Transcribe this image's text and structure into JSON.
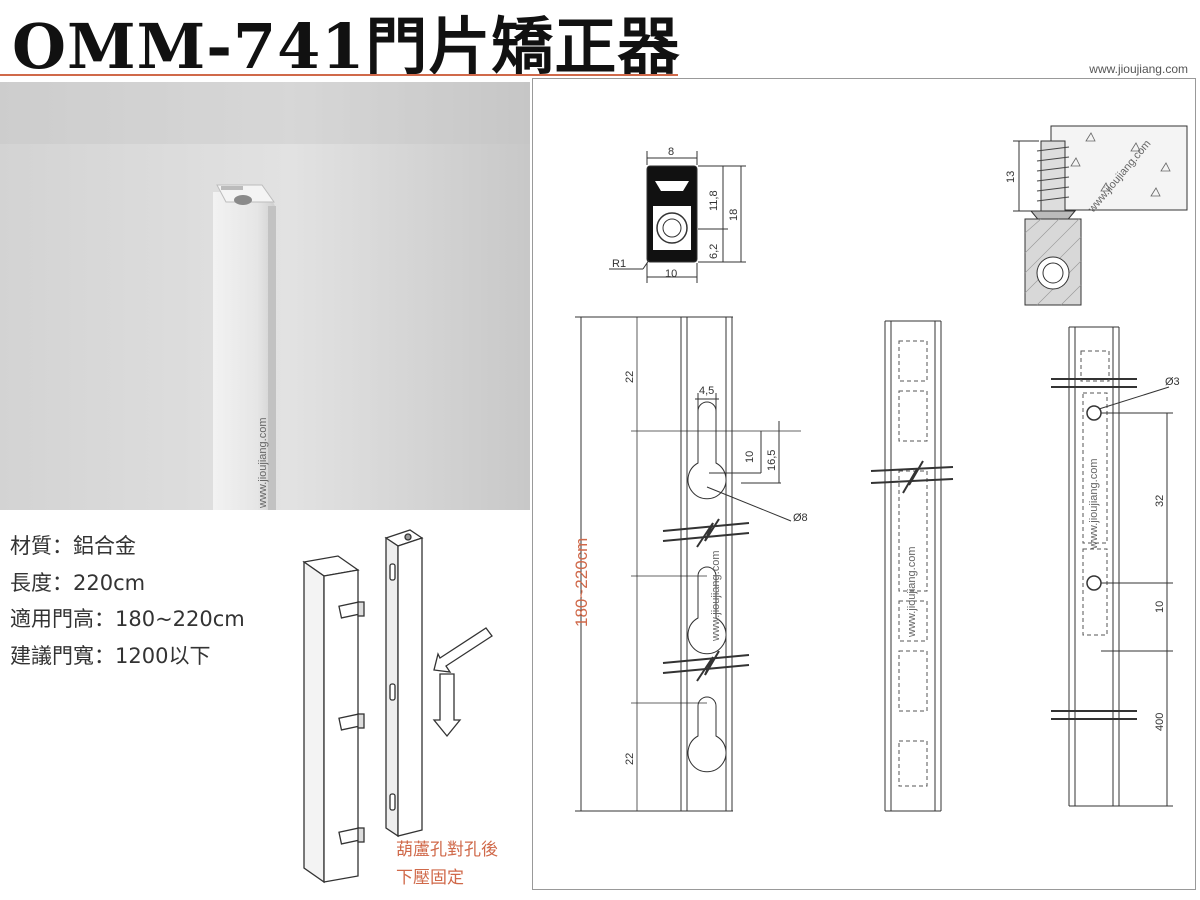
{
  "header": {
    "title": "OMM-741門片矯正器",
    "website": "www.jioujiang.com"
  },
  "photo": {
    "watermark": "www.jioujiang.com"
  },
  "specs": [
    {
      "label": "材質：",
      "value": "鋁合金"
    },
    {
      "label": "長度：",
      "value": "220cm"
    },
    {
      "label": "適用門高：",
      "value": "180~220cm"
    },
    {
      "label": "建議門寬：",
      "value": "1200以下"
    }
  ],
  "install_note": {
    "line1": "葫蘆孔對孔後",
    "line2": "下壓固定"
  },
  "drawing": {
    "profile": {
      "width": "8",
      "height_top": "11,8",
      "height_total": "18",
      "height_bottom": "6,2",
      "radius": "R1",
      "base_width": "10"
    },
    "anchor": {
      "depth": "13",
      "watermark": "www.jioujiang.com"
    },
    "front": {
      "top_margin": "22",
      "hole_width": "4,5",
      "slot_len": "10",
      "slot_pitch": "16,5",
      "hole_dia": "Ø8",
      "range": "180~220cm",
      "bottom_margin": "22",
      "watermark": "www.jioujiang.com"
    },
    "middle": {
      "watermark": "www.jioujiang.com"
    },
    "side": {
      "pin_dia": "Ø3",
      "dim_32": "32",
      "dim_10": "10",
      "dim_400": "400",
      "watermark": "www.jioujiang.com"
    }
  },
  "colors": {
    "accent": "#d0694a",
    "line": "#333333",
    "photo_bg": "#d6d6d6"
  }
}
